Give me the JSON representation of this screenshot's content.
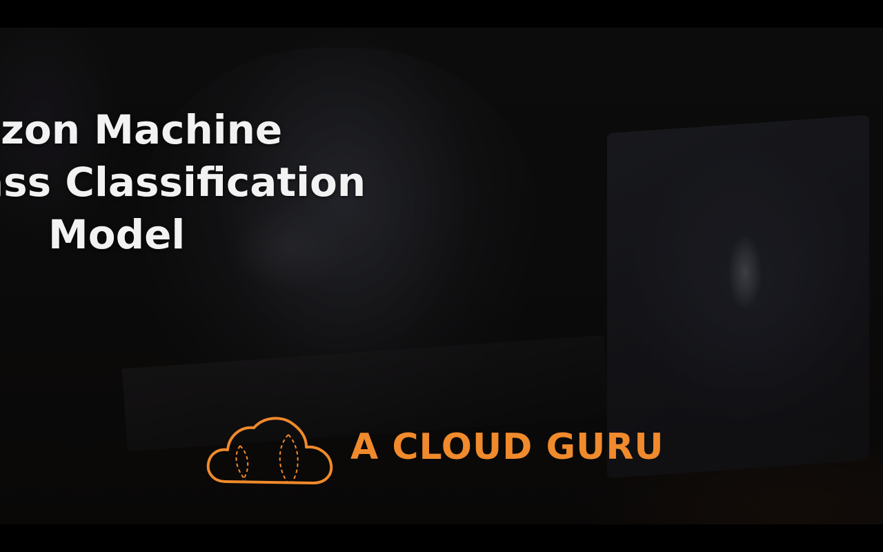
{
  "title": {
    "line1": "azon Machine",
    "line2": "ass Classification",
    "line3": "Model"
  },
  "brand": {
    "name": "A CLOUD GURU",
    "logo_icon": "cloud-icon"
  },
  "colors": {
    "accent": "#f08a2c",
    "title_text": "#f2f2f2",
    "background": "#000000"
  }
}
